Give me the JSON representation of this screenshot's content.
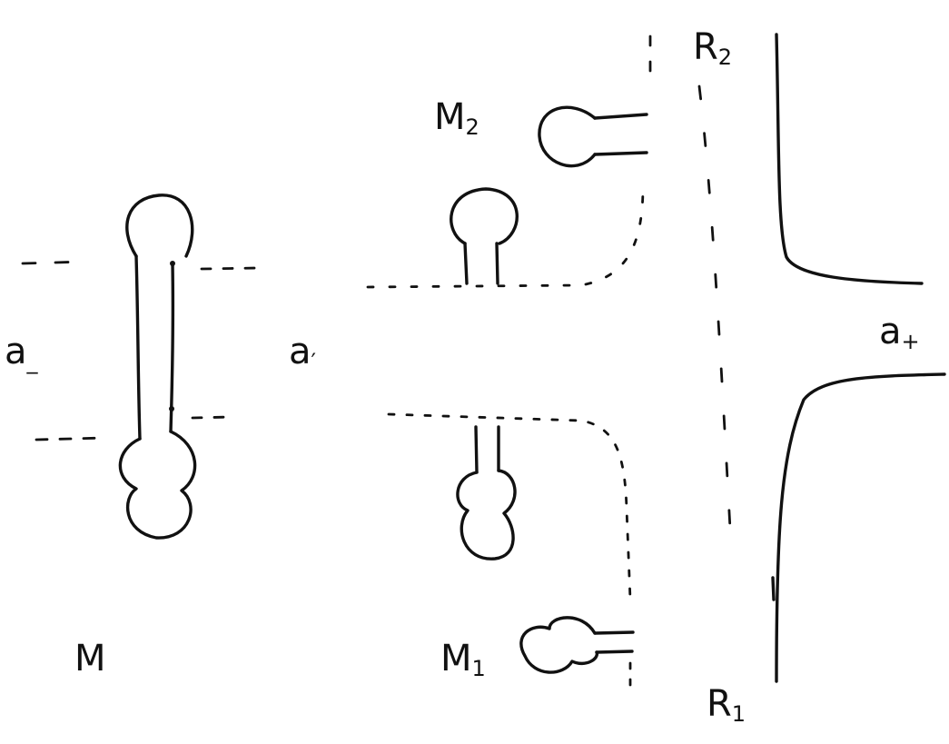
{
  "labels": {
    "a_minus": {
      "main": "a",
      "sub": "_"
    },
    "a_prime": {
      "main": "a",
      "sub": "′"
    },
    "a_plus": {
      "main": "a",
      "sub": "+"
    },
    "M": "M",
    "M1": {
      "main": "M",
      "sub": "1"
    },
    "M2": {
      "main": "M",
      "sub": "2"
    },
    "R1": {
      "main": "R",
      "sub": "1"
    },
    "R2": {
      "main": "R",
      "sub": "2"
    }
  },
  "colors": {
    "ink": "#111111",
    "background": "#ffffff"
  }
}
